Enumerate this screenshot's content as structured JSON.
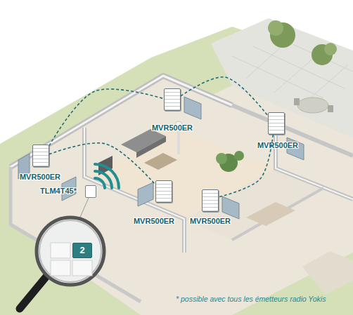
{
  "diagram": {
    "nodes": [
      {
        "text": [
          "MVR500ER"
        ]
      },
      {
        "text": [
          "MVR500ER"
        ]
      },
      {
        "text": [
          "MVR500ER"
        ]
      },
      {
        "text": [
          "TLM4T45*"
        ]
      },
      {
        "text": [
          "MVR500ER"
        ]
      },
      {
        "text": [
          "MVR500ER"
        ]
      },
      {
        "text": [
          "2"
        ]
      }
    ],
    "edges": [
      {
        "from": 2,
        "to": 0,
        "arrow": "none"
      },
      {
        "from": 0,
        "to": 1,
        "arrow": "none"
      },
      {
        "from": 2,
        "to": 4,
        "arrow": "none"
      },
      {
        "from": 1,
        "to": 5,
        "arrow": "none"
      }
    ],
    "labels": [
      "* possible avec tous les émetteurs radio Yokis"
    ]
  }
}
